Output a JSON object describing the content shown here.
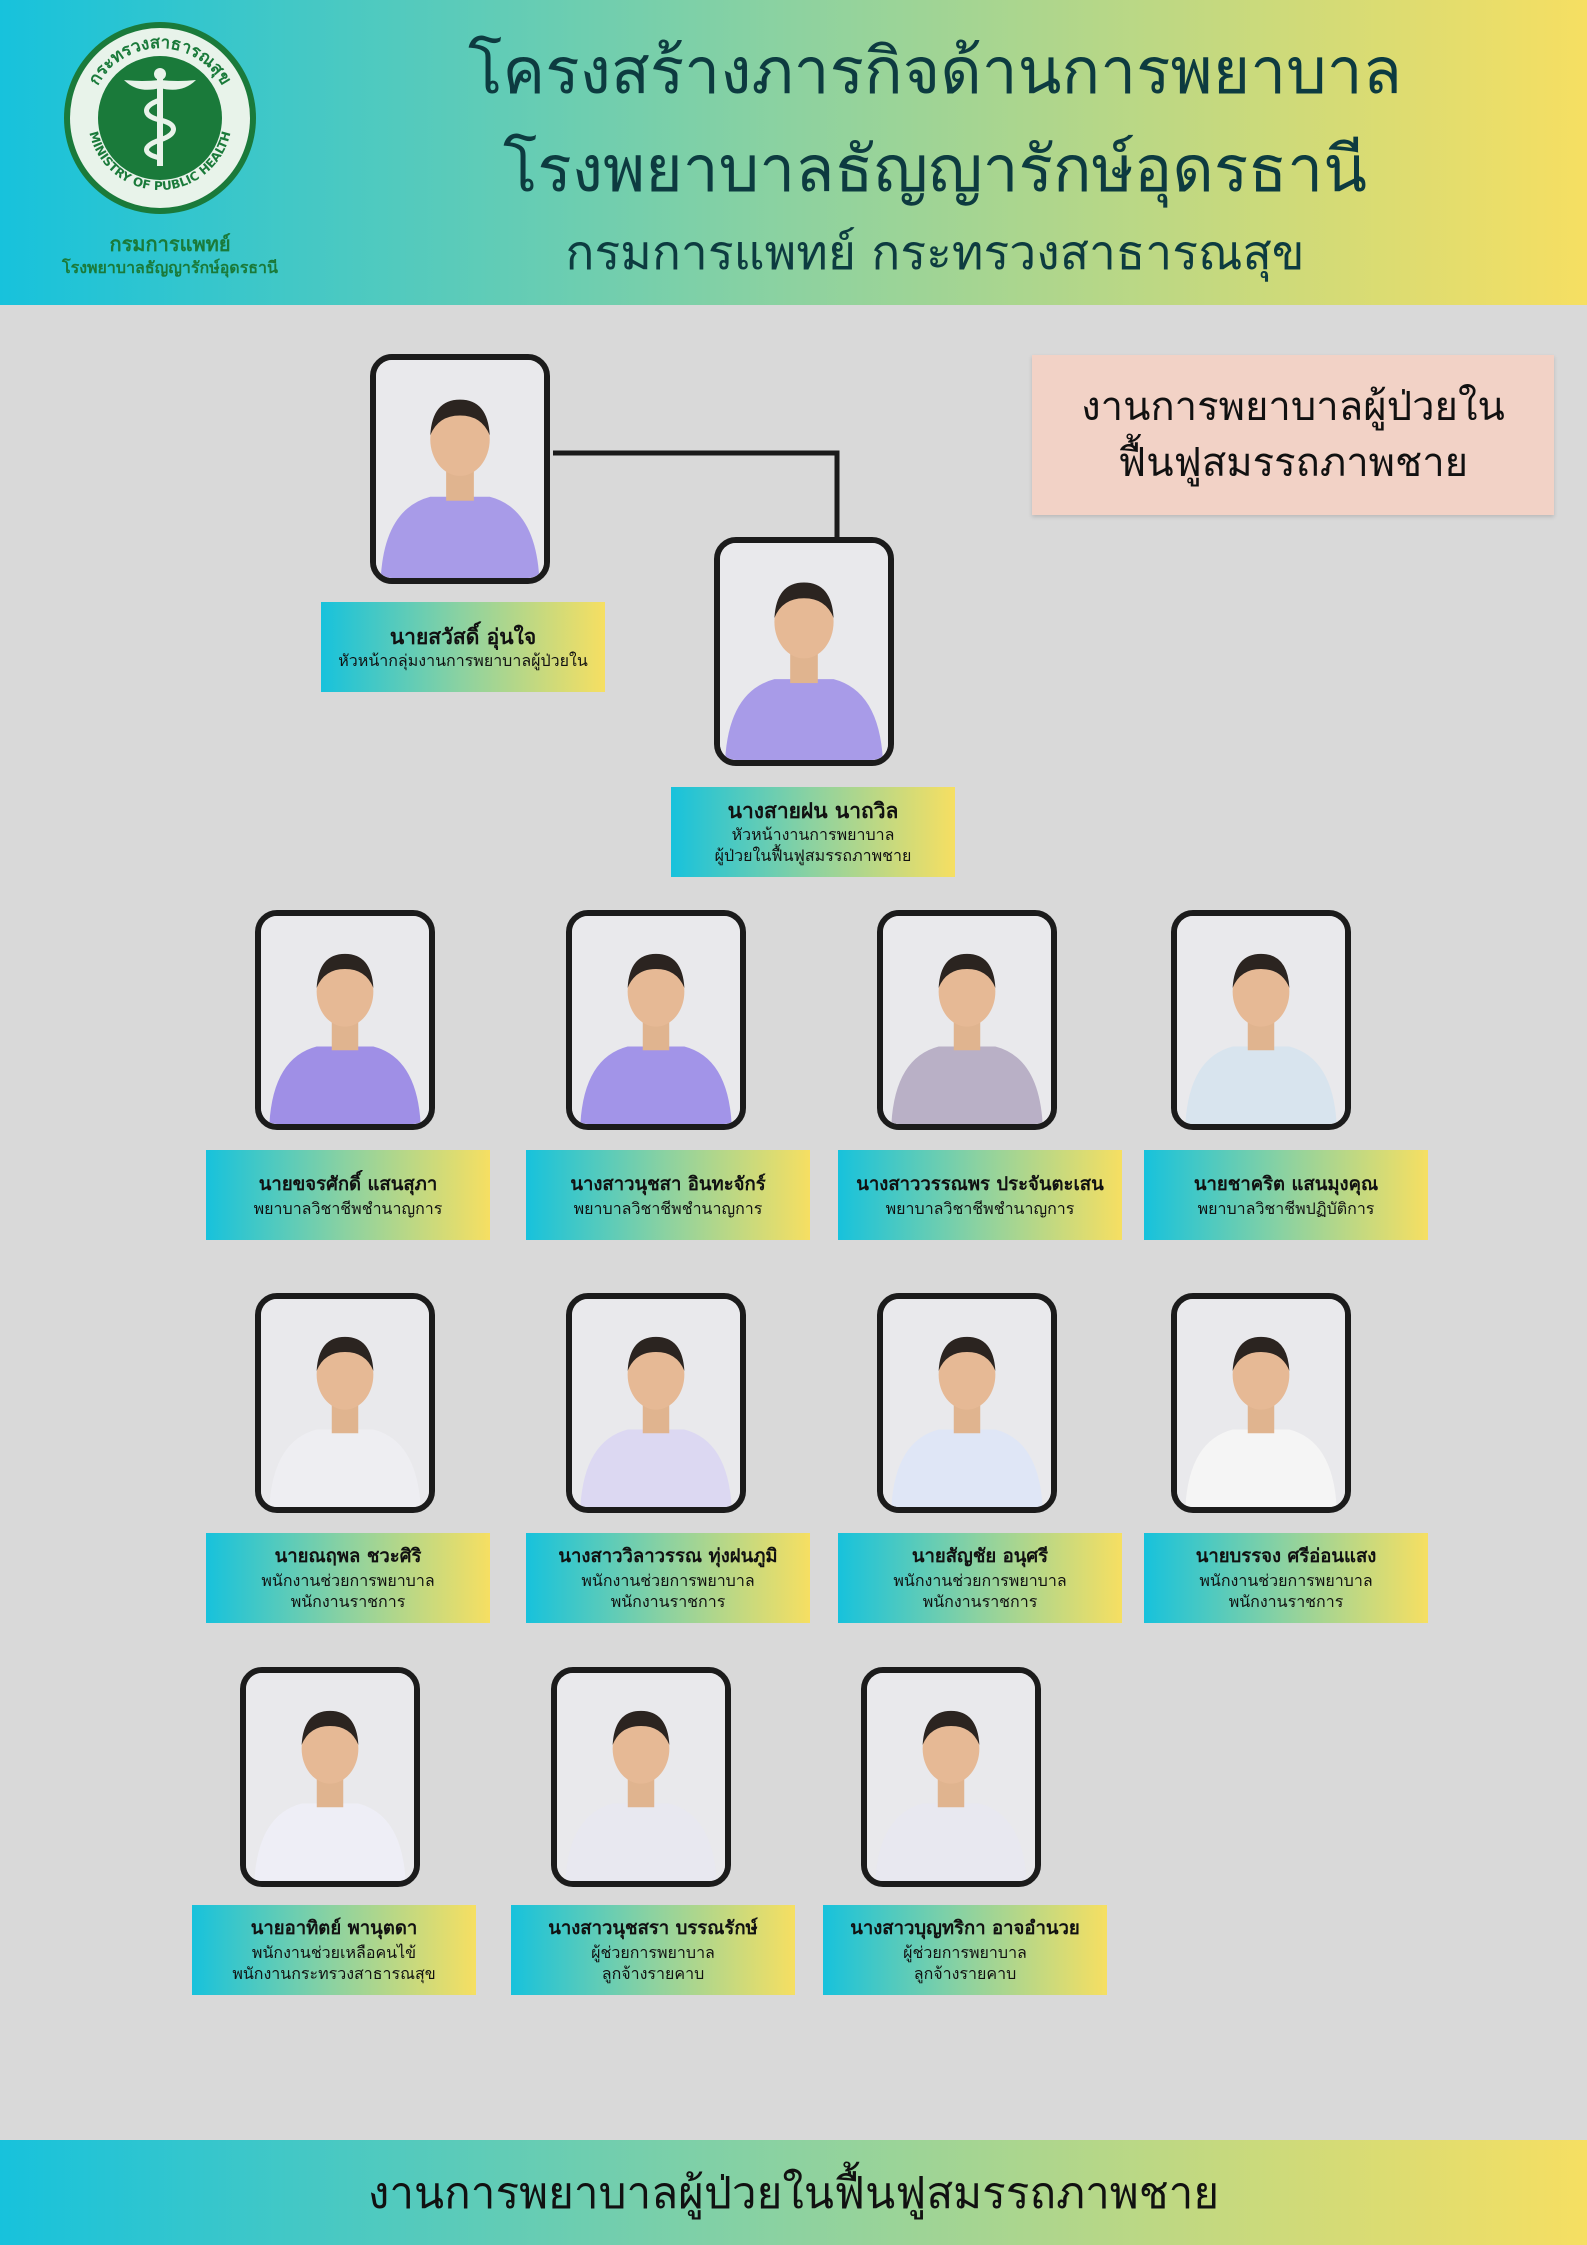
{
  "header": {
    "title_line1": "โครงสร้างภารกิจด้านการพยาบาล",
    "title_line2": "โรงพยาบาลธัญญารักษ์อุดรธานี",
    "title_line3": "กรมการแพทย์  กระทรวงสาธารณสุข",
    "logo_caption1": "กรมการแพทย์",
    "logo_caption2": "โรงพยาบาลธัญญารักษ์อุดรธานี",
    "logo_seal_text": "MINISTRY OF PUBLIC HEALTH",
    "logo_seal_thai": "กระทรวงสาธารณสุข"
  },
  "department": {
    "line1": "งานการพยาบาลผู้ป่วยใน",
    "line2": "ฟื้นฟูสมรรถภาพชาย"
  },
  "people": {
    "head": {
      "name": "นายสวัสดิ์ อุ่นใจ",
      "role1": "หัวหน้ากลุ่มงานการพยาบาลผู้ป่วยใน",
      "role2": ""
    },
    "asst": {
      "name": "นางสายฝน นาถวิล",
      "role1": "หัวหน้างานการพยาบาล",
      "role2": "ผู้ป่วยในฟื้นฟูสมรรถภาพชาย"
    },
    "r1c1": {
      "name": "นายขจรศักดิ์ แสนสุภา",
      "role1": "พยาบาลวิชาชีพชำนาญการ",
      "role2": ""
    },
    "r1c2": {
      "name": "นางสาวนุชสา อินทะจักร์",
      "role1": "พยาบาลวิชาชีพชำนาญการ",
      "role2": ""
    },
    "r1c3": {
      "name": "นางสาววรรณพร ประจันตะเสน",
      "role1": "พยาบาลวิชาชีพชำนาญการ",
      "role2": ""
    },
    "r1c4": {
      "name": "นายชาคริต แสนมุงคุณ",
      "role1": "พยาบาลวิชาชีพปฏิบัติการ",
      "role2": ""
    },
    "r2c1": {
      "name": "นายณฤพล ชวะศิริ",
      "role1": "พนักงานช่วยการพยาบาล",
      "role2": "พนักงานราชการ"
    },
    "r2c2": {
      "name": "นางสาววิลาวรรณ ทุ่งฝนภูมิ",
      "role1": "พนักงานช่วยการพยาบาล",
      "role2": "พนักงานราชการ"
    },
    "r2c3": {
      "name": "นายสัญชัย อนุศรี",
      "role1": "พนักงานช่วยการพยาบาล",
      "role2": "พนักงานราชการ"
    },
    "r2c4": {
      "name": "นายบรรจง ศรีอ่อนแสง",
      "role1": "พนักงานช่วยการพยาบาล",
      "role2": "พนักงานราชการ"
    },
    "r3c1": {
      "name": "นายอาทิตย์  พานุตดา",
      "role1": "พนักงานช่วยเหลือคนไข้",
      "role2": "พนักงานกระทรวงสาธารณสุข"
    },
    "r3c2": {
      "name": "นางสาวนุชสรา บรรณรักษ์",
      "role1": "ผู้ช่วยการพยาบาล",
      "role2": "ลูกจ้างรายคาบ"
    },
    "r3c3": {
      "name": "นางสาวบุญทริกา อาจอำนวย",
      "role1": "ผู้ช่วยการพยาบาล",
      "role2": "ลูกจ้างรายคาบ"
    }
  },
  "footer": {
    "text": "งานการพยาบาลผู้ป่วยในฟื้นฟูสมรรถภาพชาย"
  },
  "colors": {
    "gradient_start": "#17c2dc",
    "gradient_mid": "#8dd2a0",
    "gradient_end": "#f6df62",
    "background": "#d9d9d9",
    "logo_green": "#1a7a3a",
    "dept_note": "#f2d2c6"
  }
}
